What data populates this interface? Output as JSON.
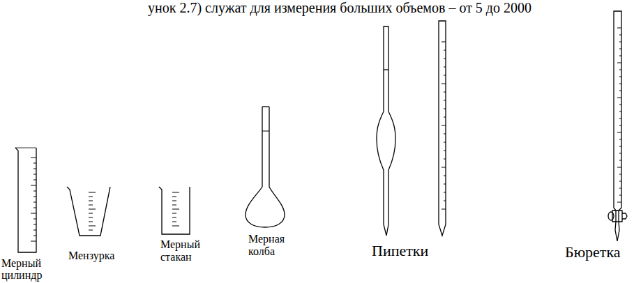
{
  "diagram": {
    "labels": [
      "унок 2.7) служат для измерения больших объемов – от 5 до 2000",
      "Мерный цилиндр",
      "Мензурка",
      "Мерный стакан",
      "Мерная колба",
      "Пипетки",
      "Бюретка"
    ]
  }
}
